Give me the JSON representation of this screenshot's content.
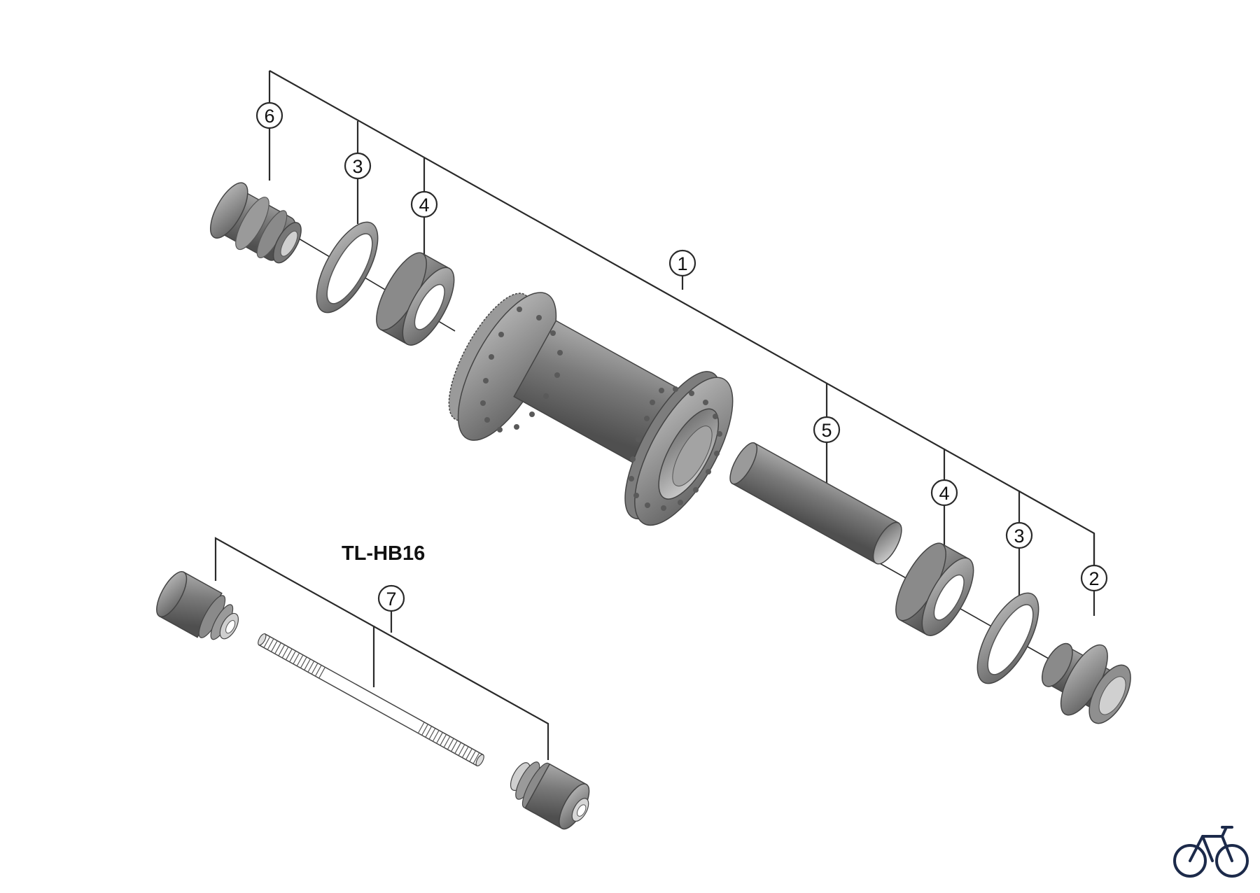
{
  "tool": {
    "title": "TL-HB16"
  },
  "callouts": {
    "c1": "1",
    "c2": "2",
    "c3a": "3",
    "c3b": "3",
    "c4a": "4",
    "c4b": "4",
    "c5": "5",
    "c6": "6",
    "c7": "7"
  },
  "colors": {
    "part_metal": "#8c8c8c",
    "part_dark": "#5f5f5f",
    "part_light": "#c8c8c8",
    "line": "#2a2a2a",
    "logo": "#1c2a4a"
  },
  "logo": {
    "icon": "bicycle-icon"
  }
}
